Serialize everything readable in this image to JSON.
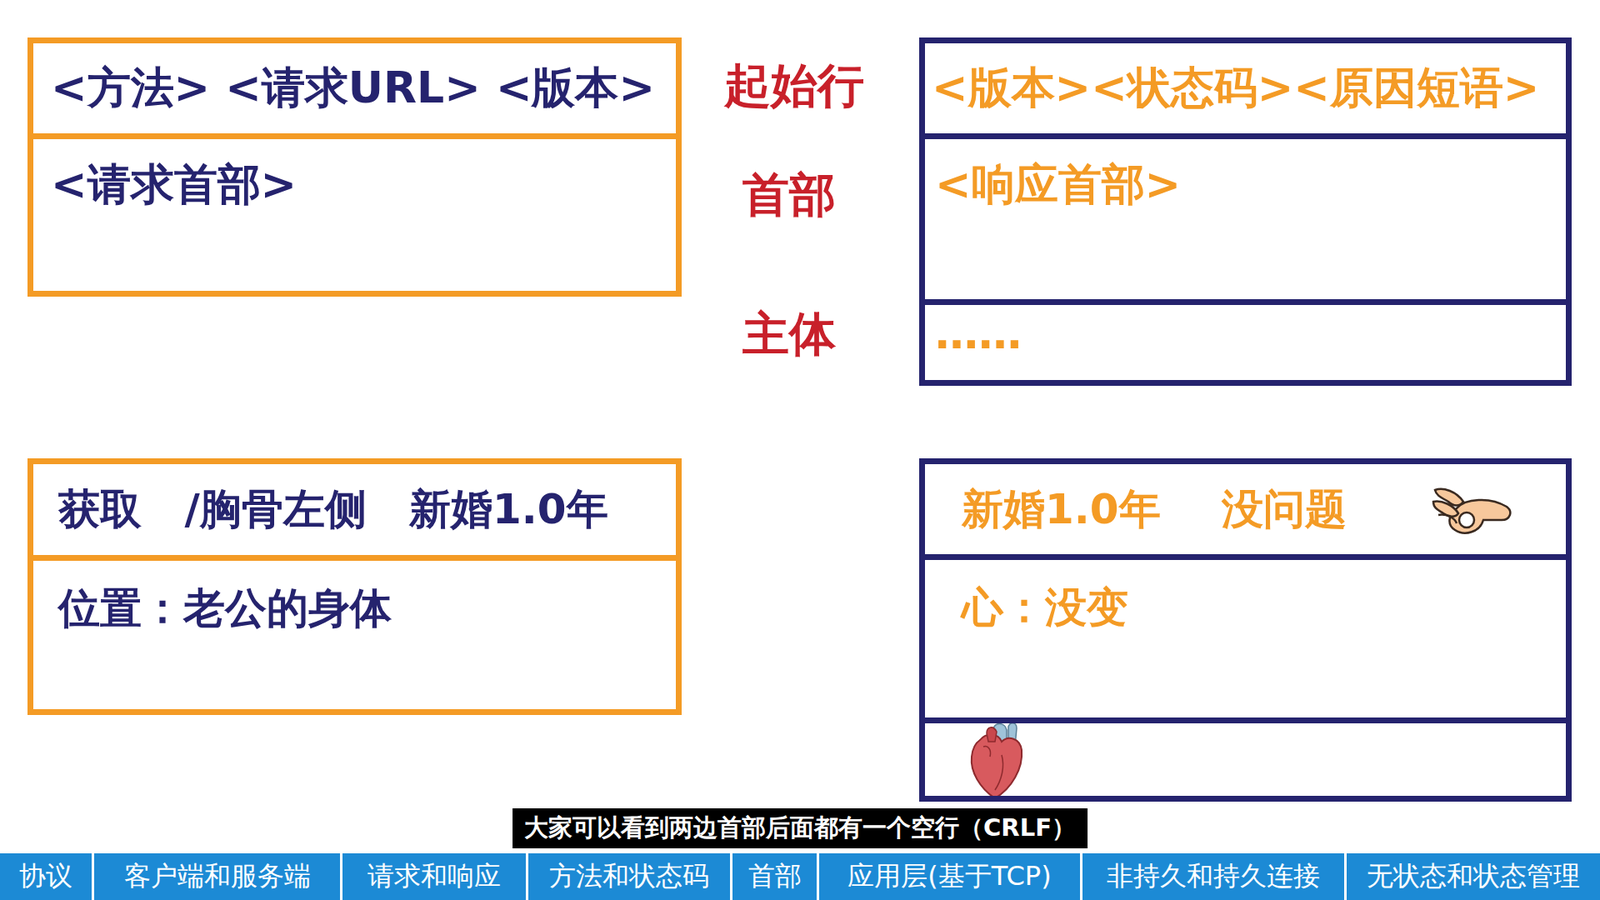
{
  "diagram": {
    "caption": "大家可以看到两边首部后面都有一个空行（CRLF）",
    "nodes": [
      {
        "text": [
          "<方法> <请求URL> <版本>",
          "<请求首部>"
        ]
      },
      {
        "text": [
          "<版本><状态码><原因短语>",
          "<响应首部>",
          "……"
        ]
      },
      {
        "text": [
          "获取 /胸骨左侧 新婚1.0年",
          "位置：老公的身体"
        ]
      },
      {
        "text": [
          "新婚1.0年 没问题",
          "心：没变"
        ]
      },
      {
        "text": [
          "协议"
        ]
      },
      {
        "text": [
          "客户端和服务端"
        ]
      },
      {
        "text": [
          "请求和响应"
        ]
      },
      {
        "text": [
          "方法和状态码"
        ]
      },
      {
        "text": [
          "首部"
        ]
      },
      {
        "text": [
          "应用层(基于TCP)"
        ]
      },
      {
        "text": [
          "非持久和持久连接"
        ]
      },
      {
        "text": [
          "无状态和状态管理"
        ]
      }
    ],
    "labels": [
      "起始行",
      "首部",
      "主体"
    ]
  }
}
